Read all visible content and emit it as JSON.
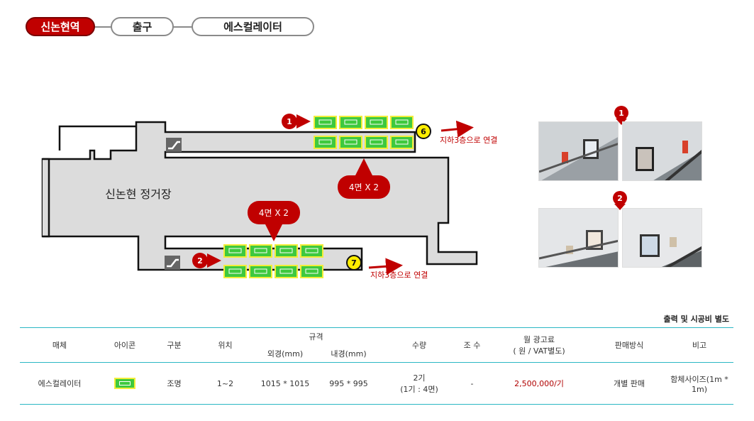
{
  "breadcrumb": {
    "items": [
      {
        "label": "신논현역",
        "active": true
      },
      {
        "label": "출구",
        "active": false
      },
      {
        "label": "에스컬레이터",
        "active": false
      }
    ]
  },
  "map": {
    "area_label": "신논현 정거장",
    "markers": [
      {
        "id": "1",
        "color": "#c00000"
      },
      {
        "id": "2",
        "color": "#c00000"
      },
      {
        "id": "6",
        "color": "#ffee00"
      },
      {
        "id": "7",
        "color": "#ffee00"
      }
    ],
    "callouts": [
      "4면 X 2",
      "4면 X 2"
    ],
    "connections": [
      "지하3층으로 연결",
      "지하3층으로 연결"
    ],
    "colors": {
      "accent": "#c00000",
      "floor": "#dcdcdc",
      "ad_fill": "#3ec93e",
      "ad_border": "#f2ee3a"
    }
  },
  "photos": {
    "groups": [
      {
        "marker": "1"
      },
      {
        "marker": "2"
      }
    ]
  },
  "table": {
    "note": "출력 및 시공비 별도",
    "headers": {
      "media": "매체",
      "icon": "아이콘",
      "type": "구분",
      "position": "위치",
      "spec": "규격",
      "outer": "외경(mm)",
      "inner": "내경(mm)",
      "qty": "수량",
      "faces": "조 수",
      "price_line1": "월 광고료",
      "price_line2": "( 원 / VAT별도)",
      "sale": "판매방식",
      "remark": "비고"
    },
    "rows": [
      {
        "media": "에스컬레이터",
        "type": "조명",
        "position": "1~2",
        "outer": "1015 * 1015",
        "inner": "995 * 995",
        "qty_line1": "2기",
        "qty_line2": "(1기 : 4면)",
        "faces": "-",
        "price": "2,500,000/기",
        "sale": "개별 판매",
        "remark": "함체사이즈(1m * 1m)"
      }
    ]
  }
}
